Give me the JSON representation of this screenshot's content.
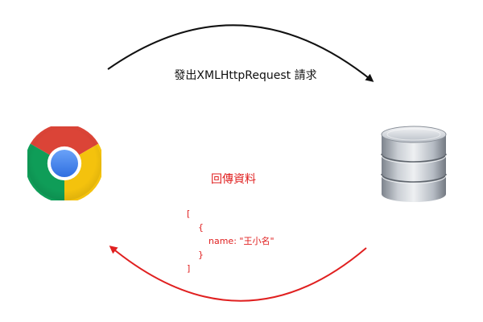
{
  "request": {
    "label": "發出XMLHttpRequest 請求",
    "arrow_color": "#111111"
  },
  "response": {
    "label": "回傳資料",
    "arrow_color": "#e02020",
    "json_lines": [
      "[",
      "{",
      "name: \"王小名\"",
      "}",
      "]"
    ]
  },
  "nodes": {
    "client_icon": "chrome-browser-icon",
    "server_icon": "database-server-icon"
  },
  "colors": {
    "chrome_red": "#db4437",
    "chrome_yellow": "#f4c20d",
    "chrome_green": "#0f9d58",
    "chrome_blue": "#4285f4",
    "database_gray": "#9aa0a8"
  }
}
